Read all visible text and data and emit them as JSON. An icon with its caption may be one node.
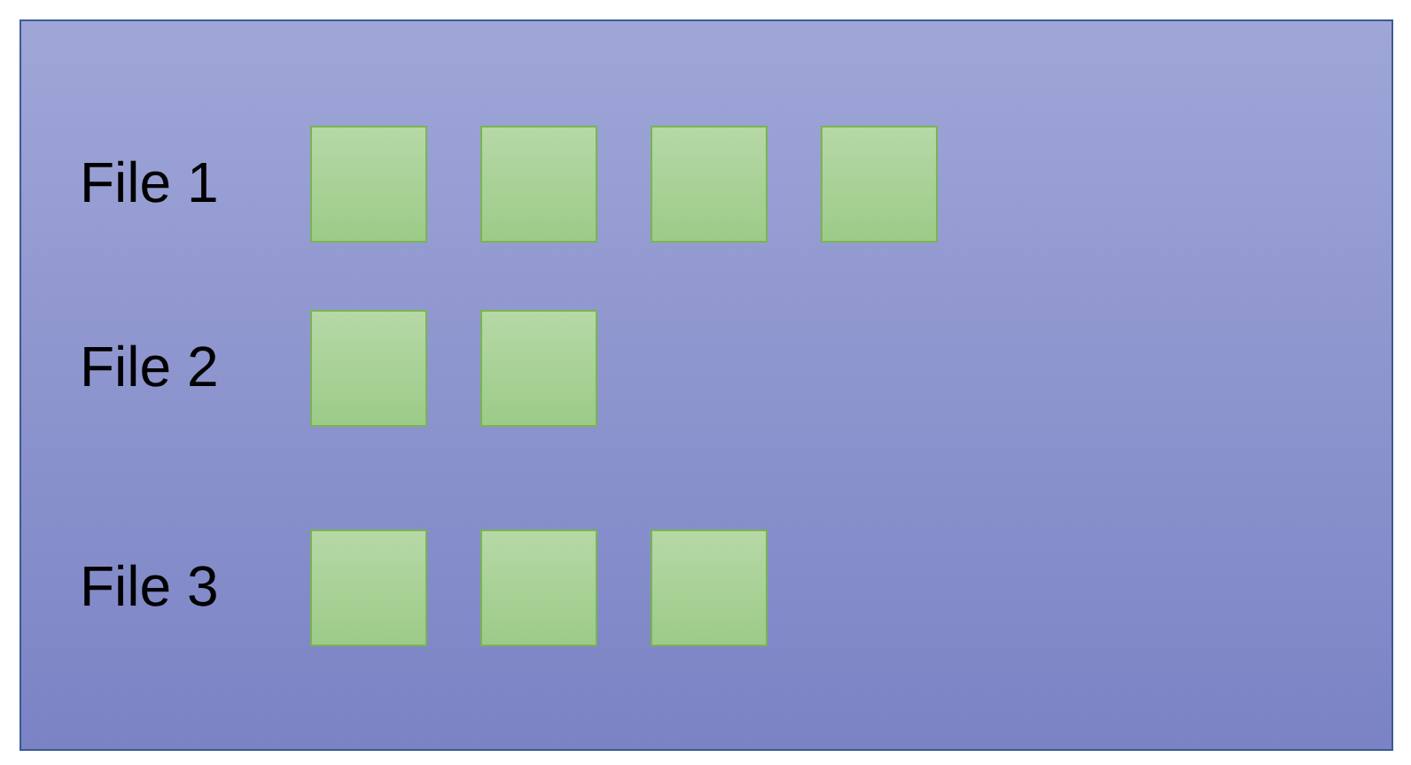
{
  "diagram": {
    "nodes": [
      {
        "text": [],
        "shape": "box"
      },
      {
        "text": [],
        "shape": "box",
        "in": 0
      },
      {
        "text": [],
        "shape": "box",
        "in": 0
      },
      {
        "text": [],
        "shape": "box",
        "in": 0
      },
      {
        "text": [],
        "shape": "box",
        "in": 0
      },
      {
        "text": [],
        "shape": "box",
        "in": 0
      },
      {
        "text": [],
        "shape": "box",
        "in": 0
      },
      {
        "text": [],
        "shape": "box",
        "in": 0
      },
      {
        "text": [],
        "shape": "box",
        "in": 0
      },
      {
        "text": [],
        "shape": "box",
        "in": 0
      }
    ],
    "labels": [
      "File 1",
      "File 2",
      "File 3"
    ]
  }
}
